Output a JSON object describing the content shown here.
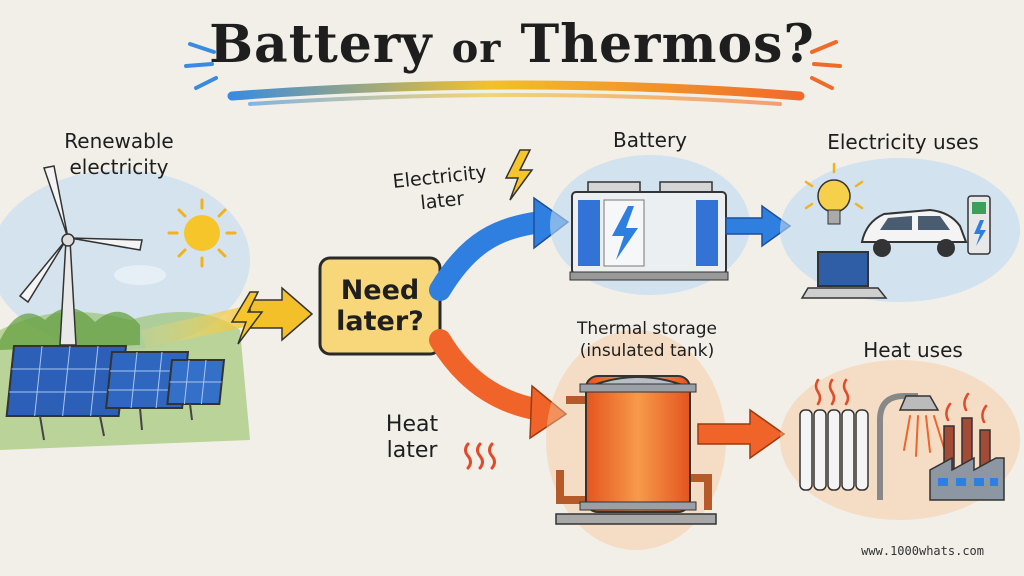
{
  "title": {
    "part1": "Battery",
    "connector": "or",
    "part2": "Thermos?"
  },
  "labels": {
    "renewable_line1": "Renewable",
    "renewable_line2": "electricity",
    "electricity_later_line1": "Electricity",
    "electricity_later_line2": "later",
    "decision_line1": "Need",
    "decision_line2": "later?",
    "heat_later_line1": "Heat",
    "heat_later_line2": "later",
    "battery": "Battery",
    "thermal_line1": "Thermal storage",
    "thermal_line2": "(insulated tank)",
    "electricity_uses": "Electricity uses",
    "heat_uses": "Heat uses"
  },
  "watermark": "www.1000whats.com",
  "colors": {
    "background": "#f2efe8",
    "electric_blue": "#2f7fe0",
    "heat_orange": "#f0642a",
    "input_yellow": "#f4c02a",
    "decision_fill": "#f7d77a",
    "tank_orange": "#f27a2e"
  },
  "icons": [
    "wind-turbine-icon",
    "sun-icon",
    "solar-panel-icon",
    "lightning-icon",
    "battery-icon",
    "lightbulb-icon",
    "car-icon",
    "ev-charger-icon",
    "laptop-icon",
    "tank-icon",
    "heat-waves-icon",
    "radiator-icon",
    "shower-icon",
    "factory-icon"
  ]
}
